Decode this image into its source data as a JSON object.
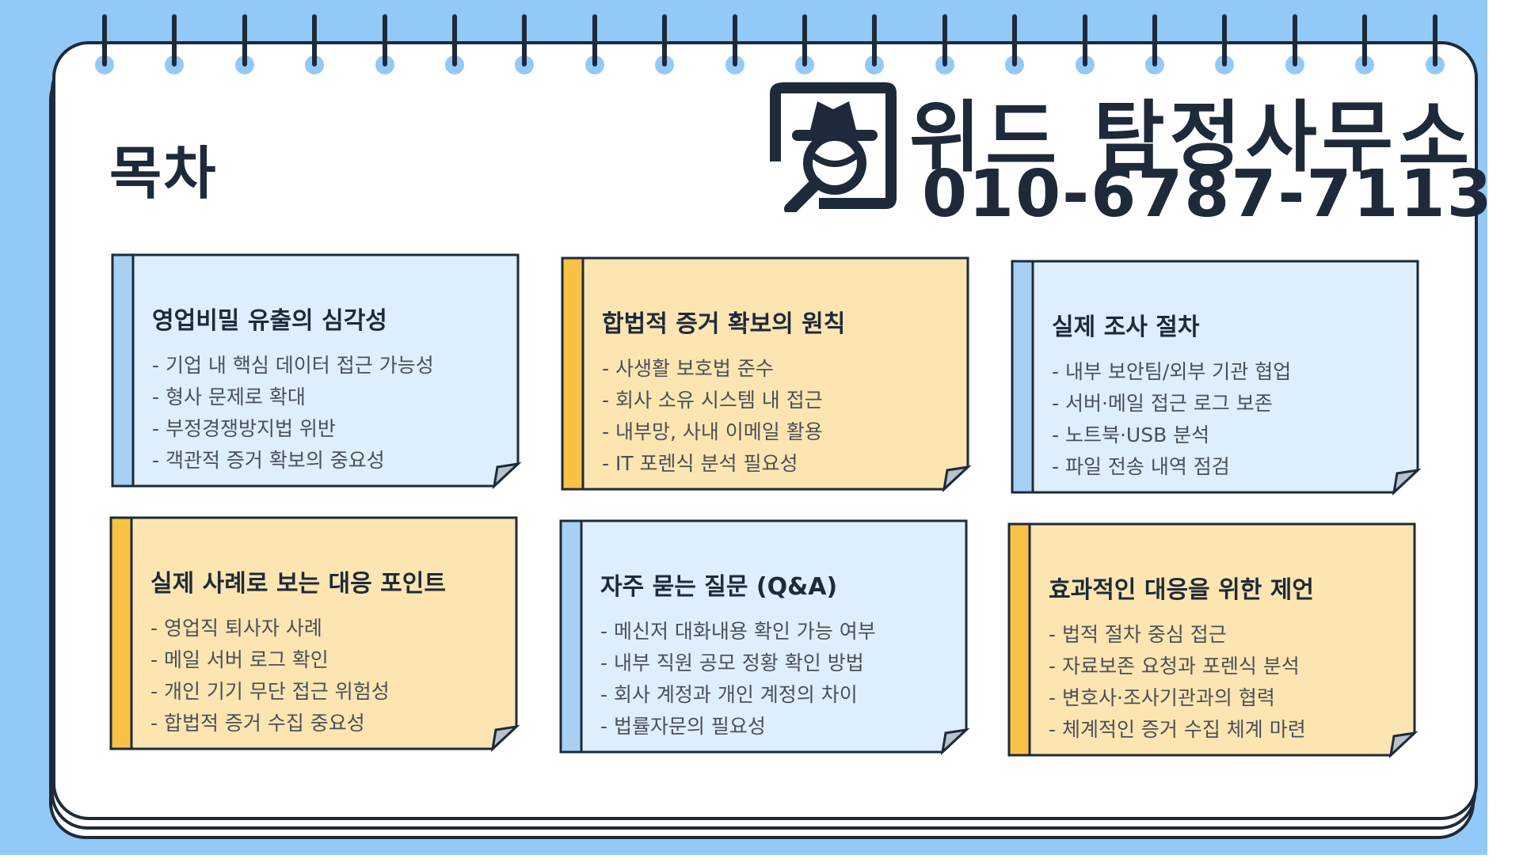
{
  "header": {
    "toc_title": "목차",
    "brand_name": "위드 탐정사무소",
    "phone": "010-6787-7113",
    "logo_icon": "detective-magnifier-icon"
  },
  "colors": {
    "background": "#93c9f7",
    "ink": "#1e2a3a",
    "blue_note": "#deeefb",
    "blue_tab": "#a9d0f4",
    "yellow_note": "#fde5b1",
    "yellow_tab": "#f9c246"
  },
  "cards": [
    {
      "theme": "blue",
      "title": "영업비밀 유출의 심각성",
      "items": [
        "- 기업 내 핵심 데이터 접근 가능성",
        "- 형사 문제로 확대",
        "- 부정경쟁방지법 위반",
        "- 객관적 증거 확보의 중요성"
      ]
    },
    {
      "theme": "yellow",
      "title": "합법적 증거 확보의 원칙",
      "items": [
        "- 사생활 보호법 준수",
        "- 회사 소유 시스템 내 접근",
        "- 내부망, 사내 이메일 활용",
        "- IT 포렌식 분석 필요성"
      ]
    },
    {
      "theme": "blue",
      "title": "실제 조사 절차",
      "items": [
        "- 내부 보안팀/외부 기관 협업",
        "- 서버·메일 접근 로그 보존",
        "- 노트북·USB 분석",
        "- 파일 전송 내역 점검"
      ]
    },
    {
      "theme": "yellow",
      "title": "실제 사례로 보는 대응 포인트",
      "items": [
        "- 영업직 퇴사자 사례",
        "- 메일 서버 로그 확인",
        "- 개인 기기 무단 접근 위험성",
        "- 합법적 증거 수집 중요성"
      ]
    },
    {
      "theme": "blue",
      "title": "자주 묻는 질문 (Q&A)",
      "items": [
        "- 메신저 대화내용 확인 가능 여부",
        "- 내부 직원 공모 정황 확인 방법",
        "- 회사 계정과 개인 계정의 차이",
        "- 법률자문의 필요성"
      ]
    },
    {
      "theme": "yellow",
      "title": "효과적인 대응을 위한 제언",
      "items": [
        "- 법적 절차 중심 접근",
        "- 자료보존 요청과 포렌식 분석",
        "- 변호사·조사기관과의 협력",
        "- 체계적인 증거 수집 체계 마련"
      ]
    }
  ]
}
